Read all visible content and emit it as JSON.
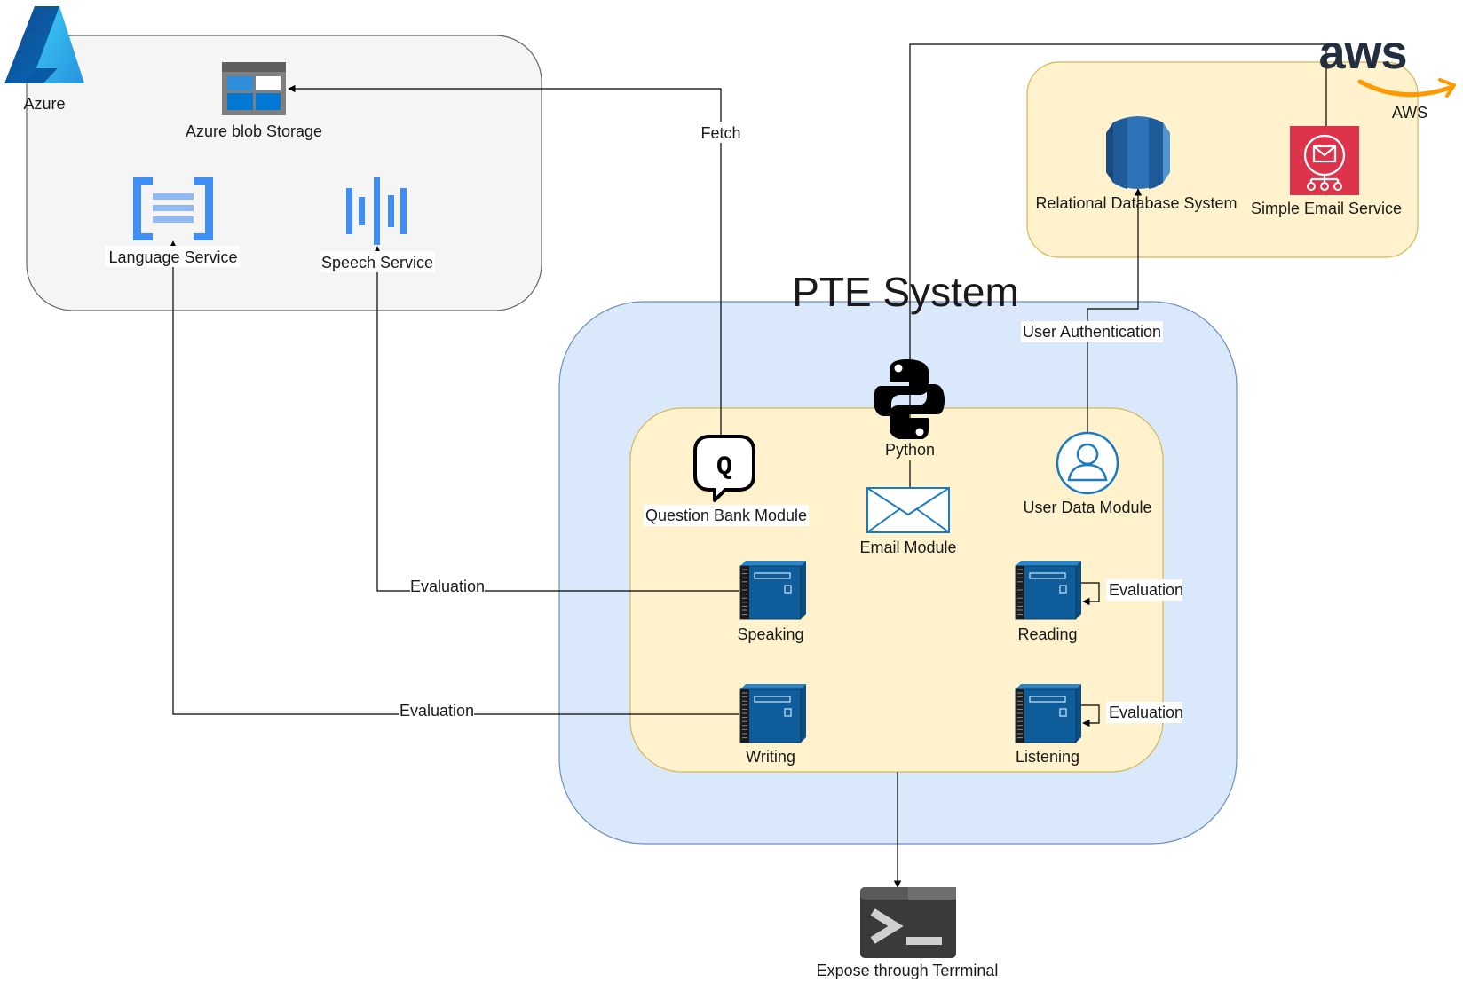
{
  "title": "PTE System",
  "clouds": {
    "azure": {
      "label": "Azure",
      "color": "#0078d4"
    },
    "aws": {
      "label": "AWS",
      "wordmark": "aws",
      "color": "#ff9900"
    }
  },
  "services": {
    "blob_storage": "Azure blob Storage",
    "language": "Language Service",
    "speech": "Speech Service",
    "rds": "Relational Database System",
    "ses": "Simple Email Service"
  },
  "modules": {
    "python": "Python",
    "question_bank": "Question Bank Module",
    "email": "Email Module",
    "user_data": "User Data Module",
    "speaking": "Speaking",
    "reading": "Reading",
    "writing": "Writing",
    "listening": "Listening"
  },
  "terminal": "Expose through Terrminal",
  "edges": {
    "fetch": "Fetch",
    "user_auth": "User Authentication",
    "eval_speaking": "Evaluation",
    "eval_writing": "Evaluation",
    "eval_reading": "Evaluation",
    "eval_listening": "Evaluation"
  },
  "icons": {
    "azure": "azure-logo",
    "aws": "aws-logo",
    "blob": "blob-storage-icon",
    "language": "language-service-icon",
    "speech": "speech-service-icon",
    "rds": "rds-icon",
    "ses": "ses-icon",
    "python": "python-logo",
    "question_bank": "speech-bubble-q-icon",
    "email": "envelope-icon",
    "user": "user-icon",
    "server": "server-icon",
    "terminal": "terminal-icon"
  },
  "colors": {
    "azure_group": "#f5f5f5",
    "pte_outer": "#dae8fc",
    "pte_inner": "#fff2cc",
    "aws_group": "#fff2cc",
    "ses_red": "#dd344c",
    "rds_blue": "#2e73b8"
  }
}
